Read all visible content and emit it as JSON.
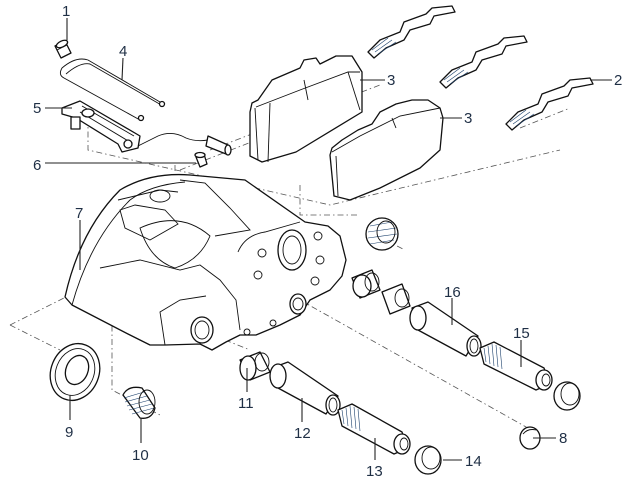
{
  "diagram": {
    "subject": "Brake caliper exploded parts view",
    "line_color": "#111111",
    "callout_color": "#1f2f45",
    "callouts": [
      {
        "id": "c1",
        "label": "1"
      },
      {
        "id": "c2",
        "label": "2"
      },
      {
        "id": "c3a",
        "label": "3"
      },
      {
        "id": "c3b",
        "label": "3"
      },
      {
        "id": "c4",
        "label": "4"
      },
      {
        "id": "c5",
        "label": "5"
      },
      {
        "id": "c6",
        "label": "6"
      },
      {
        "id": "c7",
        "label": "7"
      },
      {
        "id": "c8",
        "label": "8"
      },
      {
        "id": "c9",
        "label": "9"
      },
      {
        "id": "c10",
        "label": "10"
      },
      {
        "id": "c11",
        "label": "11"
      },
      {
        "id": "c12",
        "label": "12"
      },
      {
        "id": "c13",
        "label": "13"
      },
      {
        "id": "c14",
        "label": "14"
      },
      {
        "id": "c15",
        "label": "15"
      },
      {
        "id": "c16",
        "label": "16"
      }
    ]
  }
}
